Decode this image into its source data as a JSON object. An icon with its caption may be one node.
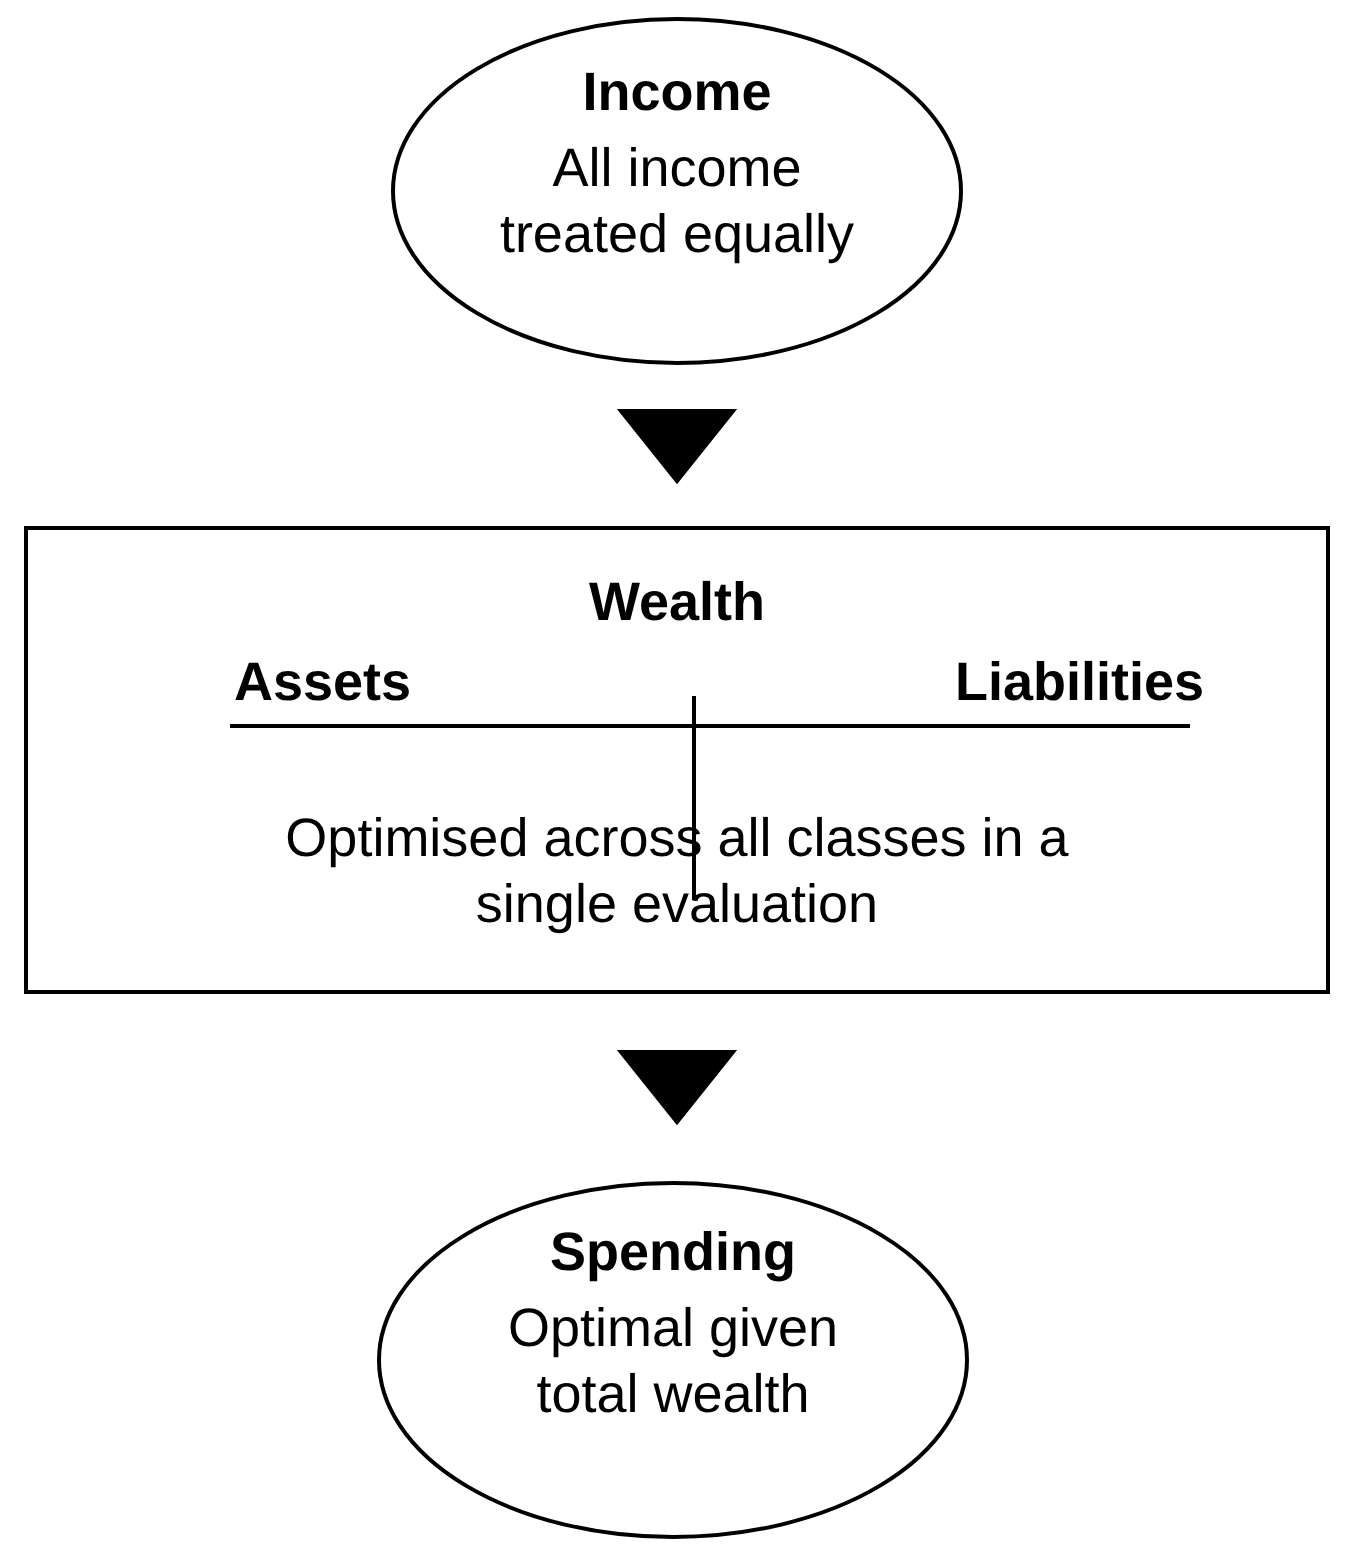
{
  "diagram": {
    "nodes": [
      {
        "text": [
          "Income",
          "All income treated equally"
        ]
      },
      {
        "text": [
          "Wealth",
          "Assets",
          "Liabilities",
          "Optimised across all classes in a single evaluation"
        ]
      },
      {
        "text": [
          "Spending",
          "Optimal given total wealth"
        ]
      }
    ],
    "edges": [
      {
        "from": 0,
        "to": 1,
        "arrow": "to"
      },
      {
        "from": 1,
        "to": 2,
        "arrow": "to"
      }
    ]
  }
}
